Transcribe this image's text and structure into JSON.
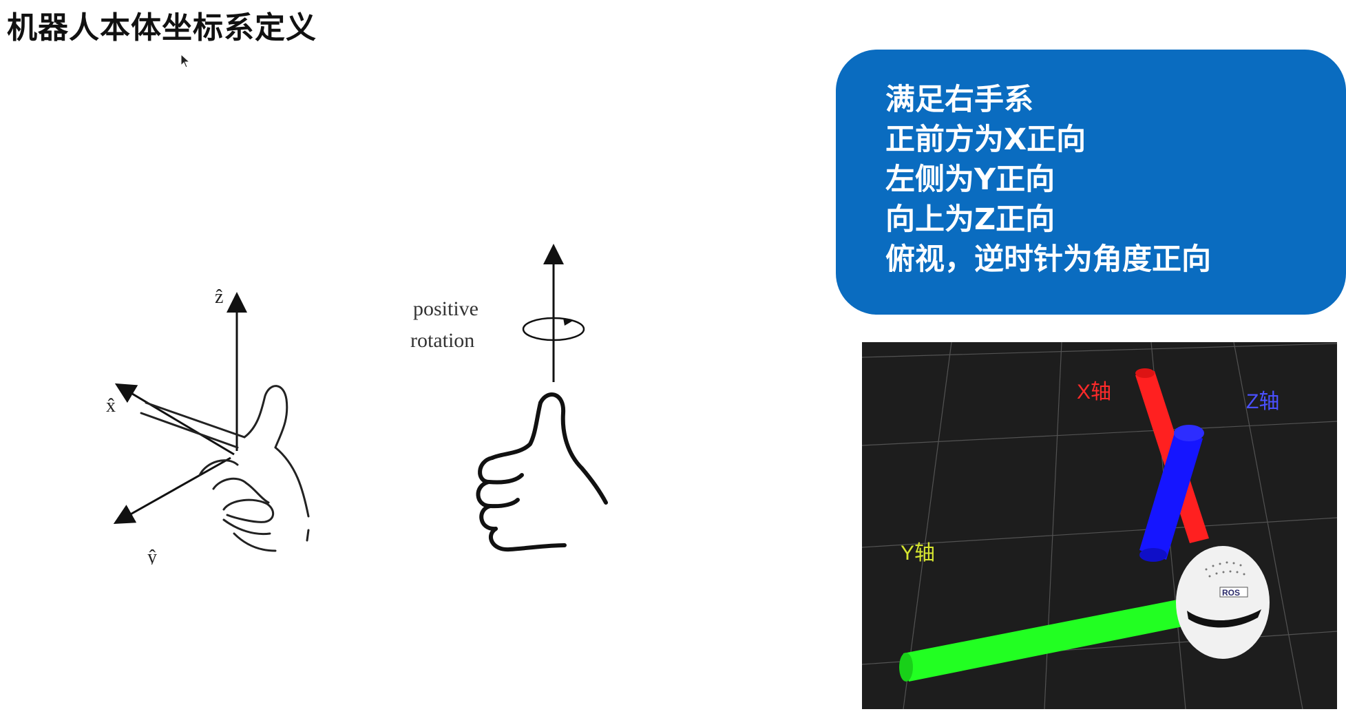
{
  "page": {
    "title": "机器人本体坐标系定义"
  },
  "hand_figure": {
    "axis_z": "ẑ",
    "axis_x": "x̂",
    "axis_y": "ŷ"
  },
  "thumb_figure": {
    "label_line1": "positive",
    "label_line2": "rotation"
  },
  "rules": {
    "lines": [
      "满足右手系",
      "正前方为X正向",
      "左侧为Y正向",
      "向上为Z正向",
      "俯视，逆时针为角度正向"
    ],
    "background_color": "#0a6cc0"
  },
  "rviz_view": {
    "x_label": "X轴",
    "y_label": "Y轴",
    "z_label": "Z轴",
    "robot_badge": "ROS",
    "colors": {
      "x": "#ff2020",
      "y": "#22ff22",
      "z": "#1515ff",
      "background": "#1d1d1d"
    }
  }
}
